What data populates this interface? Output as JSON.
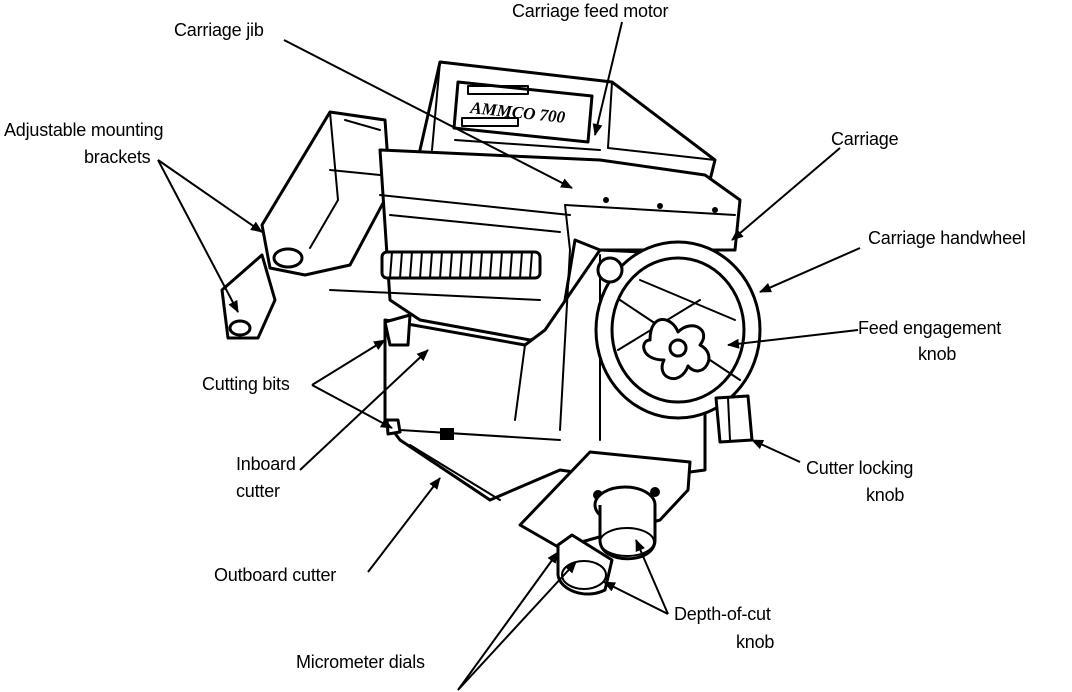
{
  "diagram": {
    "brand_plate": {
      "text": "AMMCO 700"
    },
    "labels": {
      "carriage_feed_motor": "Carriage feed motor",
      "carriage_jib": "Carriage jib",
      "adjustable_mounting_brackets_1": "Adjustable mounting",
      "adjustable_mounting_brackets_2": "brackets",
      "carriage": "Carriage",
      "carriage_handwheel": "Carriage handwheel",
      "feed_engagement_knob_1": "Feed engagement",
      "feed_engagement_knob_2": "knob",
      "cutting_bits": "Cutting bits",
      "inboard_cutter_1": "Inboard",
      "inboard_cutter_2": "cutter",
      "cutter_locking_knob_1": "Cutter locking",
      "cutter_locking_knob_2": "knob",
      "outboard_cutter": "Outboard cutter",
      "depth_of_cut_knob_1": "Depth-of-cut",
      "depth_of_cut_knob_2": "knob",
      "micrometer_dials": "Micrometer dials"
    }
  }
}
